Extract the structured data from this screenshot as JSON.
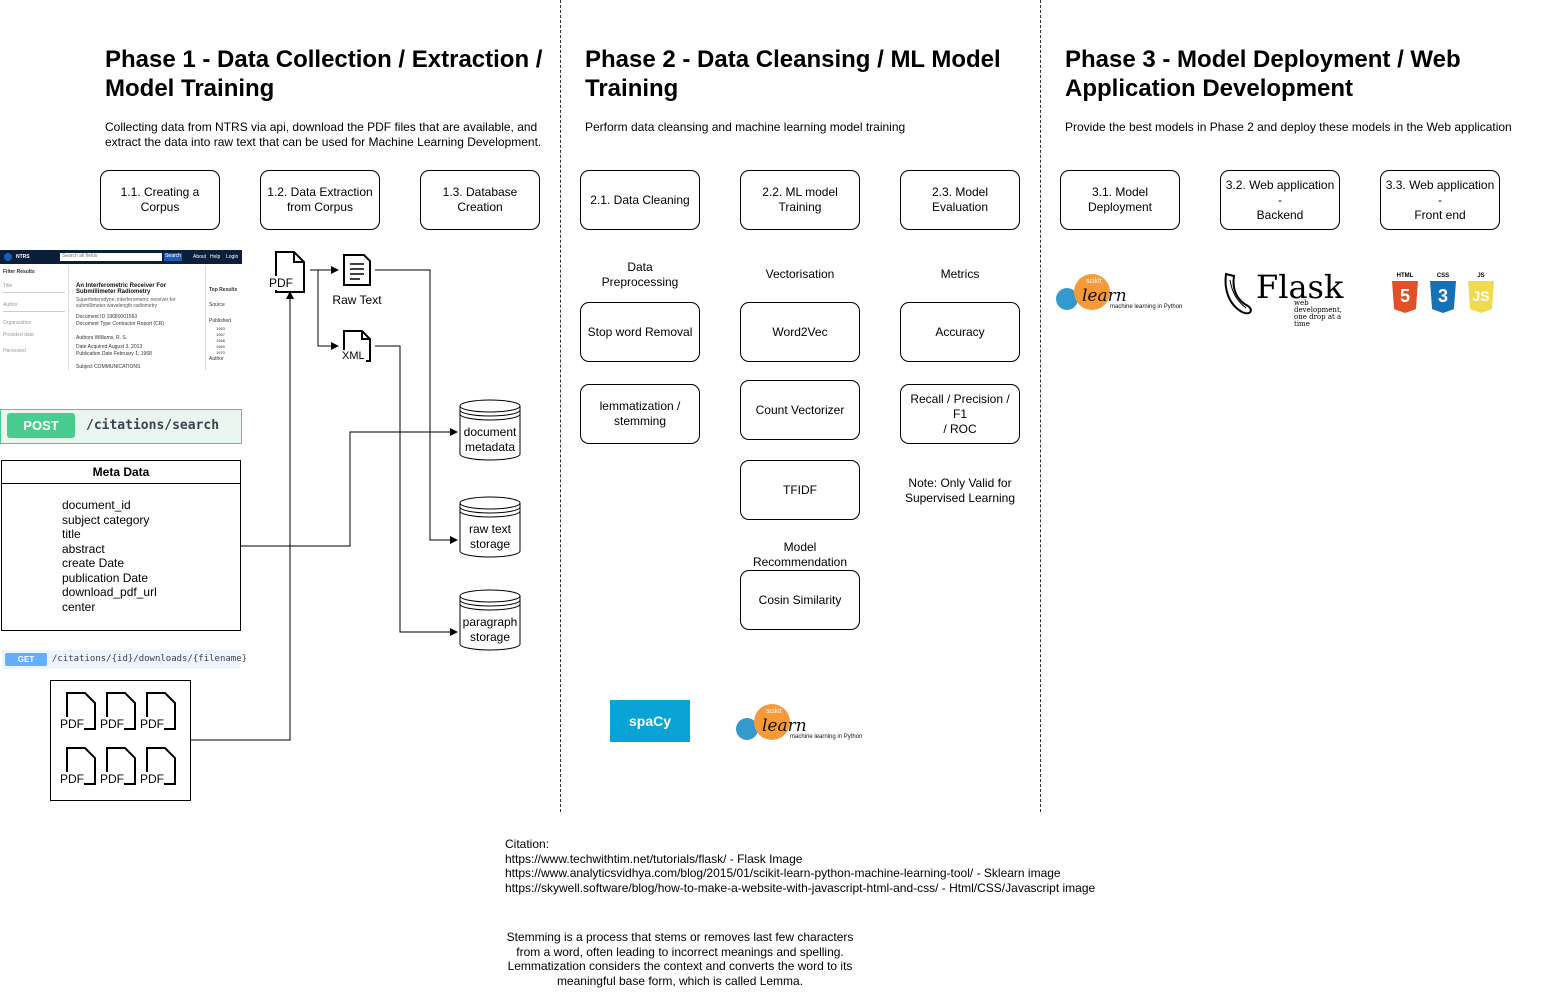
{
  "phases": [
    {
      "title": "Phase 1 - Data Collection / Extraction /\nModel Training",
      "description": "Collecting data from NTRS  via api, download the PDF files that are available, and\nextract the data into raw text that can be used for Machine Learning Development."
    },
    {
      "title": "Phase 2 - Data Cleansing / ML Model\nTraining",
      "description": "Perform data cleansing and machine learning model training"
    },
    {
      "title": "Phase 3 - Model Deployment / Web\nApplication Development",
      "description": "Provide the best models in Phase 2 and deploy these models in the  Web application"
    }
  ],
  "steps": [
    "1.1. Creating a\nCorpus",
    "1.2. Data Extraction\nfrom Corpus",
    "1.3. Database\nCreation",
    "2.1. Data Cleaning",
    "2.2. ML model\nTraining",
    "2.3. Model Evaluation",
    "3.1. Model\nDeployment",
    "3.2. Web application -\nBackend",
    "3.3. Web application -\nFront end"
  ],
  "phase1": {
    "pdf_icon_label": "PDF",
    "raw_text_label": "Raw Text",
    "xml_label": "XML",
    "post_method": "POST",
    "post_path": "/citations/search",
    "meta_title": "Meta Data",
    "meta_fields": [
      "document_id",
      "subject category",
      "title",
      "abstract",
      "create Date",
      "publication Date",
      "download_pdf_url",
      "center"
    ],
    "get_method": "GET",
    "get_path": "/citations/{id}/downloads/{filename}",
    "pdf_files": [
      "PDF",
      "PDF",
      "PDF",
      "PDF",
      "PDF",
      "PDF"
    ],
    "databases": [
      "document\nmetadata",
      "raw text\nstorage",
      "paragraph\nstorage"
    ],
    "ntrs": {
      "brand": "NTRS",
      "search_placeholder": "Search all fields",
      "search_button": "Search",
      "nav": [
        "About",
        "Help",
        "Login"
      ],
      "filter_title": "Filter Results",
      "filters": [
        "Title",
        "Author",
        "Organization",
        "Provided date",
        "Harvested"
      ],
      "result_title": "An Interferometric Receiver For Submillimeter Radiometry",
      "result_sub": "Superheterodyne, interferometric receiver for submillimeter wavelength radiometry",
      "rows": [
        "Document ID  19680001563",
        "Document Type  Contractor Report (CR)",
        "Authors  Williams, R. S.",
        "Date Acquired  August 3, 2013",
        "Publication Date  February 1, 1968",
        "Subject  COMMUNICATIONS"
      ],
      "top_results": "Top Results",
      "source": "Source",
      "published": "Published",
      "years": [
        "1963",
        "1967",
        "1968",
        "1969",
        "1970"
      ],
      "author": "Author"
    }
  },
  "phase2": {
    "col_labels": [
      "Data\nPreprocessing",
      "Vectorisation",
      "Metrics"
    ],
    "preprocessing": [
      "Stop word Removal",
      "lemmatization /\nstemming"
    ],
    "vectorisation": [
      "Word2Vec",
      "Count Vectorizer",
      "TFIDF"
    ],
    "recommendation_label": "Model\nRecommendation",
    "recommendation": [
      "Cosin Similarity"
    ],
    "metrics": [
      "Accuracy",
      "Recall / Precision / F1\n/ ROC"
    ],
    "note": "Note: Only Valid for\nSupervised Learning",
    "spacy_logo": "spaCy",
    "sklearn_logo": {
      "scikit": "scikit",
      "learn": "learn",
      "tagline": "machine learning in Python"
    }
  },
  "phase3": {
    "sklearn_logo": {
      "scikit": "scikit",
      "learn": "learn",
      "tagline": "machine learning in Python"
    },
    "flask_logo": {
      "name": "Flask",
      "tagline": "web development,\none drop at a time"
    },
    "web_logos": [
      {
        "label": "HTML",
        "digit": "5",
        "color": "#e34f26"
      },
      {
        "label": "CSS",
        "digit": "3",
        "color": "#1572b6"
      },
      {
        "label": "JS",
        "digit": "JS",
        "color": "#f0db4f"
      }
    ]
  },
  "citation": "Citation:\nhttps://www.techwithtim.net/tutorials/flask/ - Flask Image\nhttps://www.analyticsvidhya.com/blog/2015/01/scikit-learn-python-machine-learning-tool/ - Sklearn image\nhttps://skywell.software/blog/how-to-make-a-website-with-javascript-html-and-css/ - Html/CSS/Javascript image",
  "stemming_note": "Stemming is a process that stems or removes last few characters\nfrom a word, often leading to incorrect meanings and spelling.\nLemmatization considers the context and converts the word to its\nmeaningful base form, which is called Lemma."
}
